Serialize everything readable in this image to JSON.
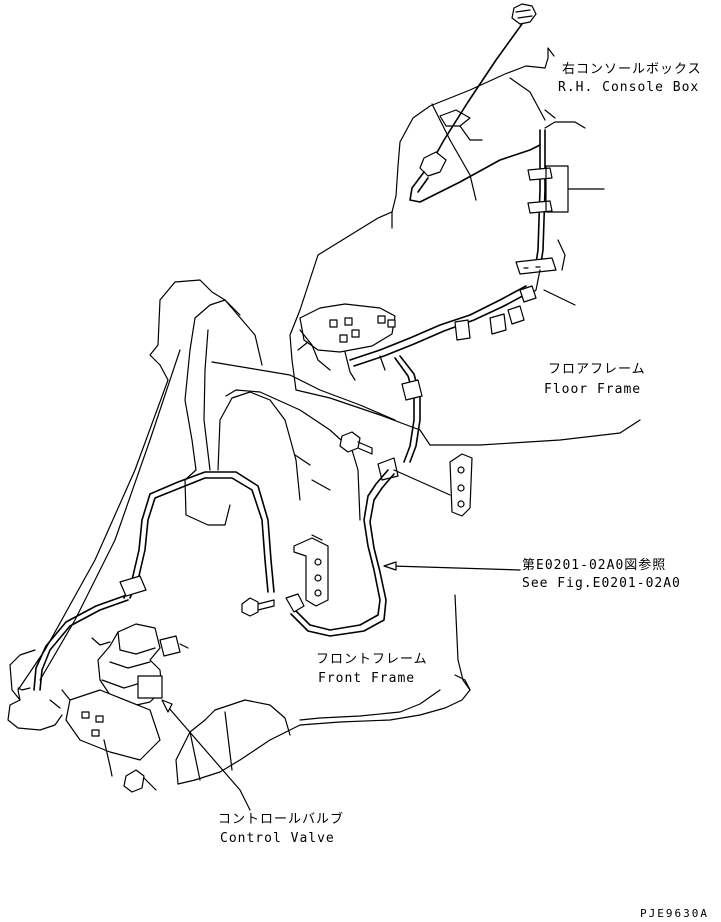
{
  "labels": {
    "console_box_jp": "右コンソールボックス",
    "console_box_en": "R.H. Console Box",
    "floor_frame_jp": "フロアフレーム",
    "floor_frame_en": "Floor Frame",
    "see_fig_jp": "第E0201-02A0図参照",
    "see_fig_en": "See Fig.E0201-02A0",
    "front_frame_jp": "フロントフレーム",
    "front_frame_en": "Front Frame",
    "control_valve_jp": "コントロールバルブ",
    "control_valve_en": "Control Valve",
    "drawing_code": "PJE9630A"
  }
}
